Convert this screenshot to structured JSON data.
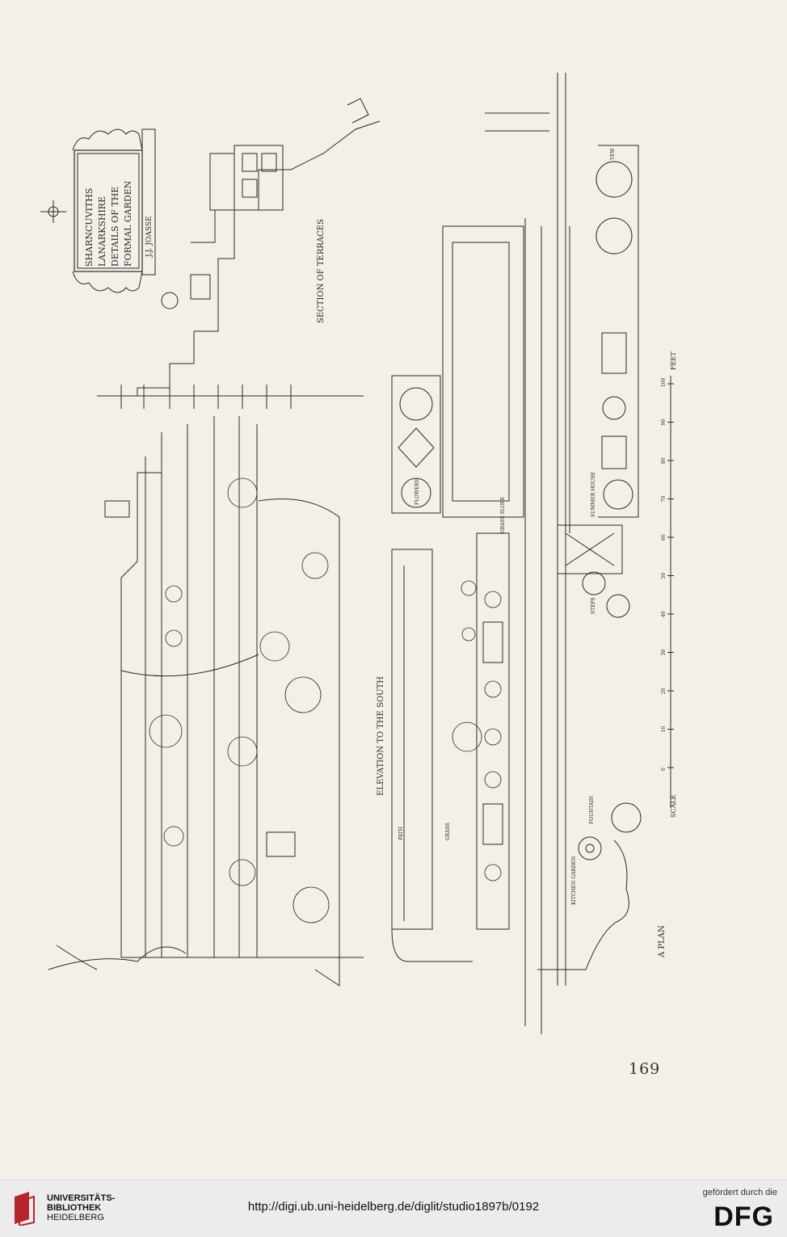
{
  "plate": {
    "page_number": "169",
    "cartouche": [
      "SHARNCUVITHS",
      "LANARKSHIRE",
      "DETAILS OF THE",
      "FORMAL GARDEN"
    ],
    "architect": "J.J. JOASSE",
    "section_title": "SECTION OF TERRACES",
    "elevation_title": "ELEVATION TO THE SOUTH",
    "plan_title": "A PLAN",
    "scale_label": "SCALE",
    "scale_unit": "FEET",
    "scale_ticks": [
      "0",
      "10",
      "20",
      "30",
      "40",
      "50",
      "60",
      "70",
      "80",
      "90",
      "100"
    ],
    "plan_labels": {
      "path": "PATH",
      "grass": "GRASS",
      "grass_slope": "GRASS SLOPE",
      "flowers": "FLOWERS",
      "yew": "YEW",
      "summer_house": "SUMMER HOUSE",
      "fountain": "FOUNTAIN",
      "steps": "STEPS",
      "kitchen_garden": "KITCHEN GARDEN"
    }
  },
  "footer": {
    "institution_lines": [
      "UNIVERSITÄTS-",
      "BIBLIOTHEK",
      "HEIDELBERG"
    ],
    "url": "http://digi.ub.uni-heidelberg.de/diglit/studio1897b/0192",
    "funded_by": "gefördert durch die",
    "funder": "DFG"
  },
  "colors": {
    "paper": "#f3f0e7",
    "ink": "#2a2a2a",
    "footer_bg": "#ececec",
    "logo_red": "#b3262b"
  }
}
